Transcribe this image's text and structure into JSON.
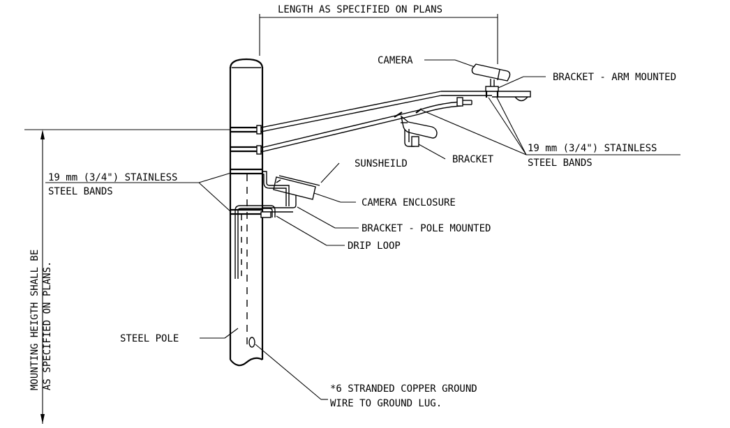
{
  "labels": {
    "length": "LENGTH AS SPECIFIED ON PLANS",
    "camera": "CAMERA",
    "bracket_arm": "BRACKET - ARM MOUNTED",
    "stainless_right_1": "19 mm (3/4\") STAINLESS",
    "stainless_right_2": "STEEL BANDS",
    "bracket": "BRACKET",
    "sunsheild": "SUNSHEILD",
    "stainless_left_1": "19 mm (3/4\") STAINLESS",
    "stainless_left_2": "STEEL BANDS",
    "camera_enclosure": "CAMERA ENCLOSURE",
    "bracket_pole": "BRACKET - POLE MOUNTED",
    "drip_loop": "DRIP LOOP",
    "steel_pole": "STEEL POLE",
    "ground_1": "*6 STRANDED COPPER GROUND",
    "ground_2": "WIRE TO GROUND LUG.",
    "mounting_1": "MOUNTING HEIGTH SHALL BE",
    "mounting_2": "AS SPECIFIED ON PLANS."
  }
}
